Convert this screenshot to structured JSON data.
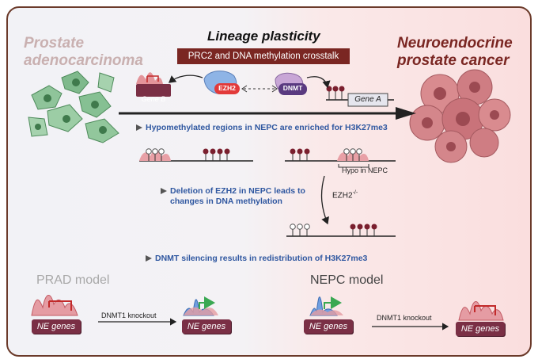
{
  "title": "Lineage plasticity",
  "banner": "PRC2 and DNA methylation crosstalk",
  "left_title": [
    "Prostate",
    "adenocarcinoma"
  ],
  "right_title": [
    "Neuroendocrine",
    "prostate cancer"
  ],
  "genes": {
    "gene_b": "Gene B",
    "gene_a": "Gene A"
  },
  "proteins": {
    "ezh2": "EZH2",
    "dnmt": "DNMT"
  },
  "bullets": {
    "b1": "Hypomethylated regions in NEPC are enriched for H3K27me3",
    "b2_line1": "Deletion of EZH2 in NEPC leads to",
    "b2_line2": "changes in DNA methylation",
    "b3": "DNMT silencing results in redistribution of H3K27me3"
  },
  "labels": {
    "hypo": "Hypo in NEPC",
    "ezh2_ko": "EZH2",
    "ezh2_ko_sup": "-/-",
    "prad_model": "PRAD model",
    "nepc_model": "NEPC model",
    "dnmt1_ko_left": "DNMT1 knockout",
    "dnmt1_ko_right": "DNMT1 knockout",
    "ne_genes_1": "NE genes",
    "ne_genes_2": "NE genes",
    "ne_genes_3": "NE genes",
    "ne_genes_4": "NE genes"
  },
  "colors": {
    "frame": "#6b3a2a",
    "banner": "#7a2622",
    "bullet_text": "#2f57a0",
    "methyl_dot": "#7a1f2e",
    "ne_box": "#7a2f45",
    "left_title": "#c9b0b0",
    "right_title": "#7a2622",
    "ezh2": "#e23a3a",
    "dnmt": "#5a3a80"
  }
}
